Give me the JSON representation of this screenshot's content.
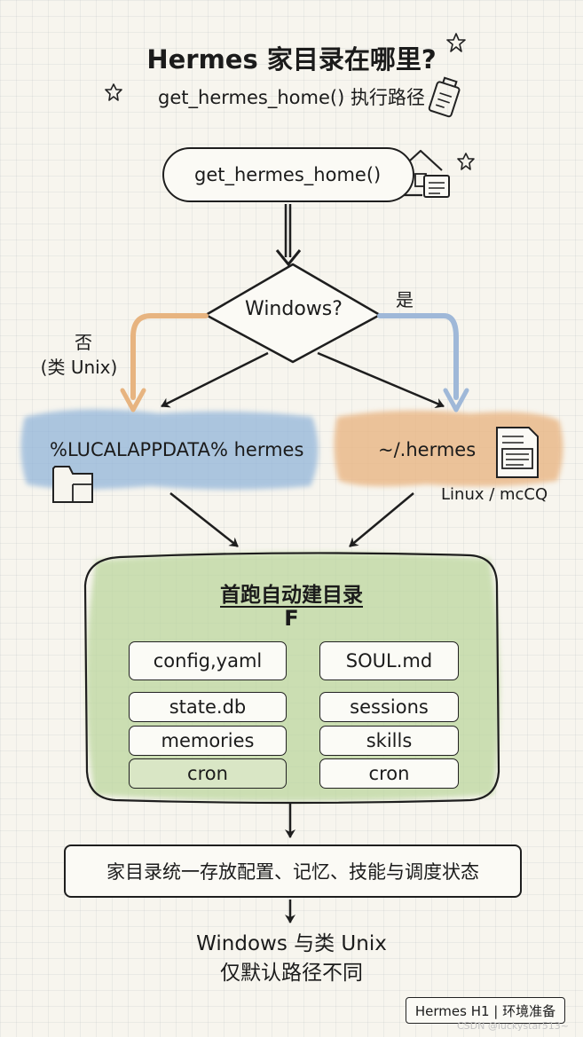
{
  "title": "Hermes 家目录在哪里?",
  "subtitle": "get_hermes_home() 执行路径",
  "flow": {
    "start": "get_hermes_home()",
    "decision": "Windows?",
    "yes_label": "是",
    "no_label_line1": "否",
    "no_label_line2": "(类 Unix)",
    "windows_path": "%LUCALAPPDATA% hermes",
    "unix_path": "~/.hermes",
    "unix_note": "Linux / mcCQ"
  },
  "stage": {
    "title": "首跑自动建目录",
    "subtitle": "F",
    "files_left": [
      "config,yaml",
      "state.db",
      "memories",
      "cron"
    ],
    "files_right": [
      "SOUL.md",
      "sessions",
      "skills",
      "cron"
    ]
  },
  "summary": "家目录统一存放配置、记忆、技能与调度状态",
  "conclusion_line1": "Windows 与类 Unix",
  "conclusion_line2": "仅默认路径不同",
  "tag": "Hermes H1 | 环境准备",
  "watermark": "CSDN @luckystar513~",
  "colors": {
    "windows_blob": "#8fb3d9",
    "unix_blob": "#e9b684",
    "stage_green": "#b9d59a",
    "yes_arrow": "#9fb8d8",
    "no_arrow": "#e7b480",
    "ink": "#1e1e1e"
  }
}
